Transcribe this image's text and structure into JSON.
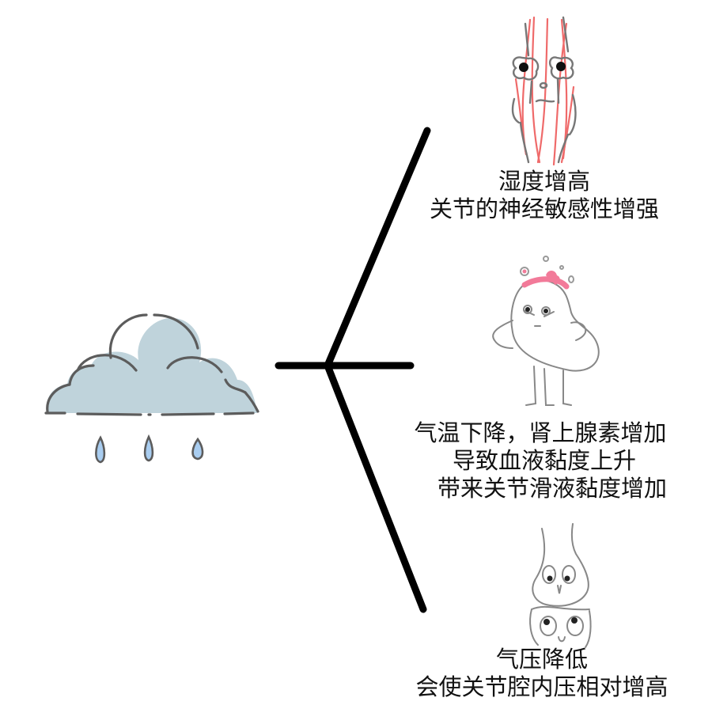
{
  "diagram": {
    "type": "branching-cause-diagram",
    "source_node": {
      "icon": "rain-cloud-icon",
      "label": ""
    },
    "colors": {
      "line": "#000000",
      "cloud_fill": "#bfd3db",
      "cloud_outline": "#5a5a5a",
      "raindrop_fill": "#a9cdf0",
      "nerve_red": "#ef5a5a",
      "kidney_pink": "#f27a99",
      "sketch_gray": "#7a7a7a",
      "text": "#111111"
    },
    "branches": [
      {
        "id": "humidity",
        "illustration": "nerve-face-icon",
        "lines": [
          "湿度增高",
          "关节的神经敏感性增强"
        ]
      },
      {
        "id": "temperature",
        "illustration": "angry-kidney-icon",
        "lines": [
          "气温下降，肾上腺素增加",
          "导致血液黏度上升",
          "带来关节滑液黏度增加"
        ]
      },
      {
        "id": "pressure",
        "illustration": "knee-joint-faces-icon",
        "lines": [
          "气压降低",
          "会使关节腔内压相对增高"
        ]
      }
    ]
  }
}
